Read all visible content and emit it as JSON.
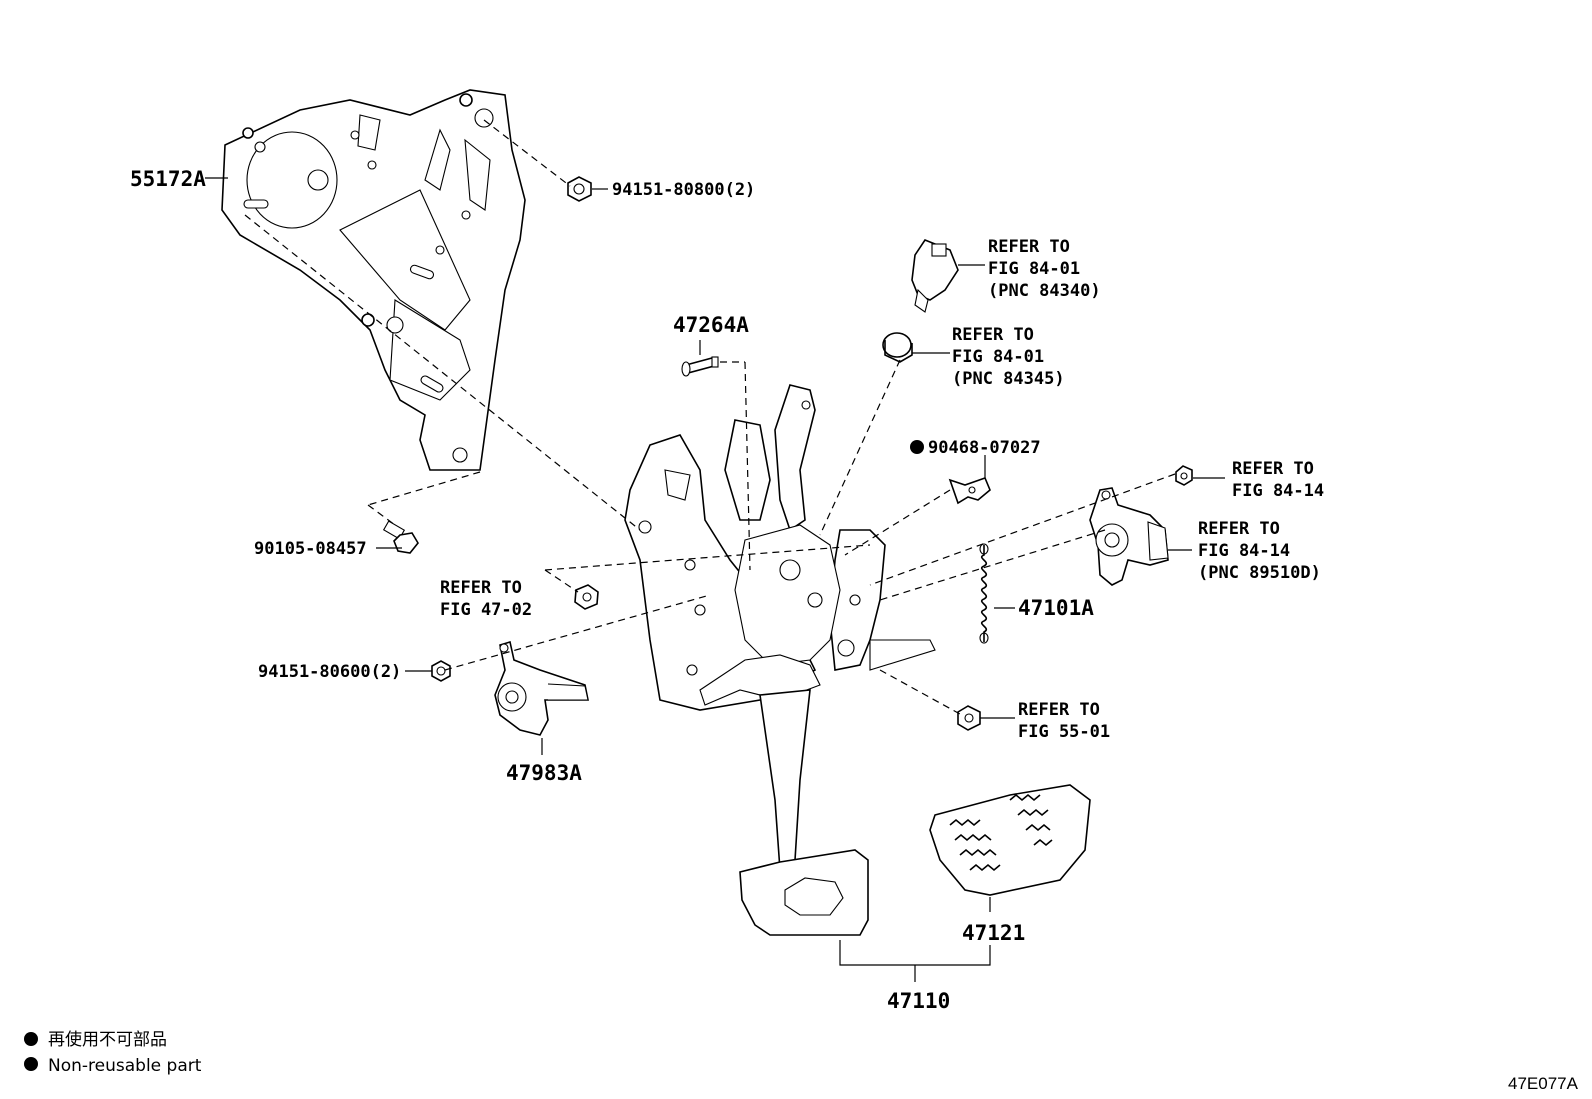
{
  "labels": {
    "p55172A": "55172A",
    "p94151_80800": "94151-80800(2)",
    "p90105_08457": "90105-08457",
    "p94151_80600": "94151-80600(2)",
    "p47983A": "47983A",
    "p47264A": "47264A",
    "p90468_07027": "90468-07027",
    "p47101A": "47101A",
    "p47121": "47121",
    "p47110": "47110"
  },
  "refers": {
    "r1": [
      "REFER TO",
      "FIG 84-01",
      "(PNC 84340)"
    ],
    "r2": [
      "REFER TO",
      "FIG 84-01",
      "(PNC 84345)"
    ],
    "r3": [
      "REFER TO",
      "FIG 84-14"
    ],
    "r4": [
      "REFER TO",
      "FIG 84-14",
      "(PNC 89510D)"
    ],
    "r5": [
      "REFER TO",
      "FIG 47-02"
    ],
    "r6": [
      "REFER TO",
      "FIG 55-01"
    ]
  },
  "legend": {
    "line_jp": "再使用不可部品",
    "line_en": "Non-reusable part"
  },
  "figure_code": "47E077A"
}
